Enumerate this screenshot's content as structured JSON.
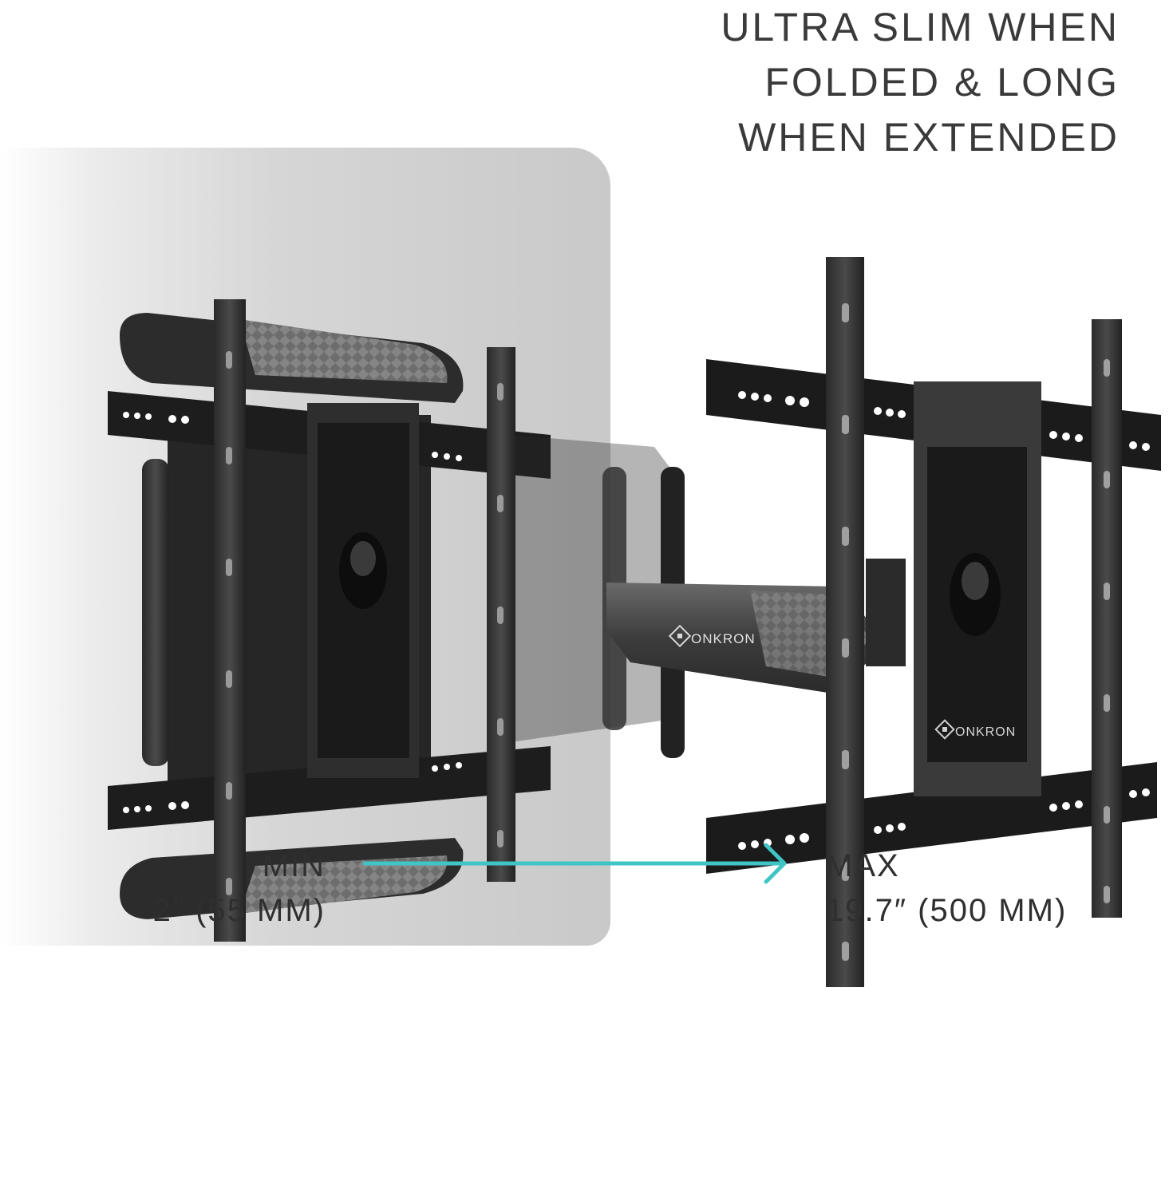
{
  "headline": {
    "line1": "ULTRA SLIM WHEN",
    "line2": "FOLDED & LONG",
    "line3": "WHEN EXTENDED"
  },
  "brand": {
    "logo_text_1": "ONKRON",
    "logo_text_2": "ONKRON"
  },
  "range": {
    "min_label": "MIN",
    "min_value": "2″ (55 MM)",
    "max_label": "MAX",
    "max_value": "19.7″ (500 MM)"
  },
  "colors": {
    "accent_arrow": "#3fc6c4",
    "text": "#3a3a3a",
    "metal_dark": "#1c1c1c",
    "metal_mid": "#3b3b3b"
  },
  "icons": {
    "arrow": "arrow-right-icon",
    "logo": "onkron-logo-icon"
  }
}
